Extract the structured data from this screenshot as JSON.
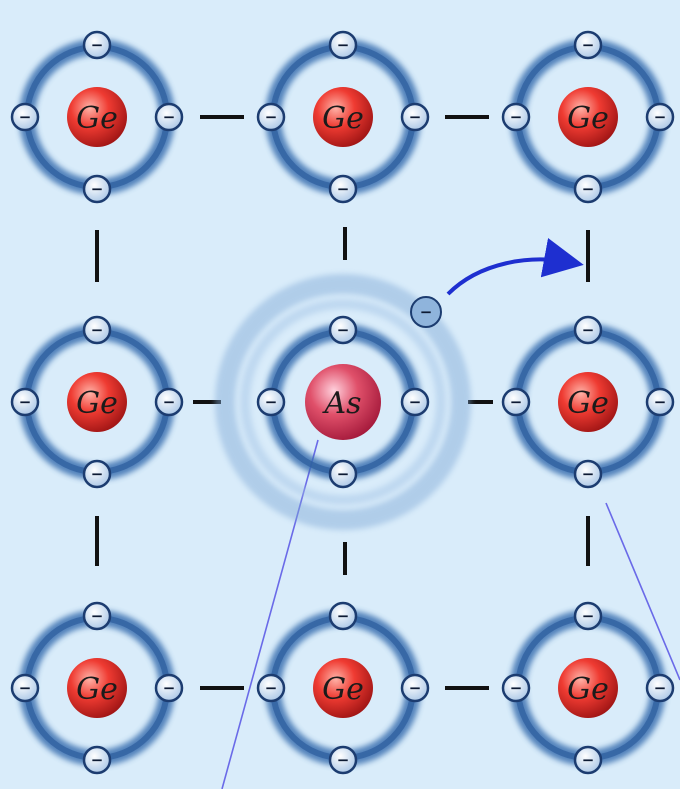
{
  "lattice": {
    "host_atom_label": "Ge",
    "dopant_atom_label": "As",
    "electron_symbol": "−",
    "colors": {
      "background": "#d9ecfa",
      "orbit": "#3b6fb0",
      "host_core": "#e0302e",
      "dopant_core": "#d4354f",
      "electron_fill": "#c9def2",
      "bond": "#111111",
      "arrow": "#1e2fd0",
      "pointer_line": "#6a6ae8"
    },
    "rows": [
      [
        "Ge",
        "Ge",
        "Ge"
      ],
      [
        "Ge",
        "As",
        "Ge"
      ],
      [
        "Ge",
        "Ge",
        "Ge"
      ]
    ]
  }
}
